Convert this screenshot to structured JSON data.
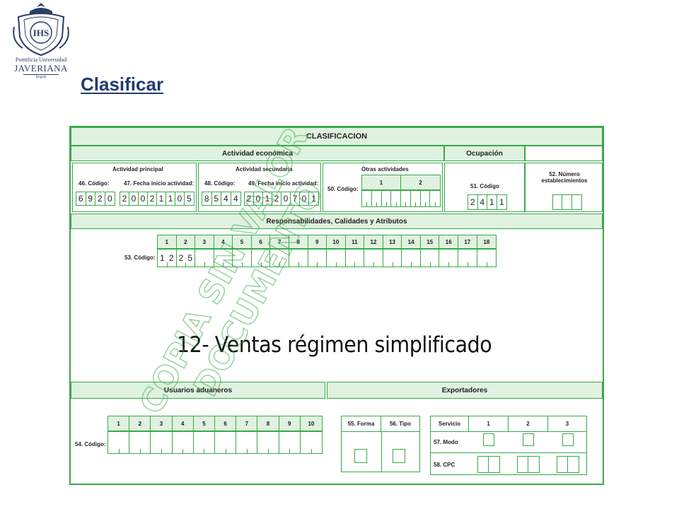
{
  "logo": {
    "line1": "Pontificia Universidad",
    "line2": "JAVERIANA",
    "line3": "Bogotá",
    "monogram": "IHS"
  },
  "slide_title": "Clasificar",
  "form": {
    "title": "CLASIFICACION",
    "actividad": {
      "header": "Actividad económica",
      "principal": {
        "header": "Actividad principal",
        "codigo_label": "46. Código:",
        "fecha_label": "47. Fecha inicio actividad:",
        "codigo": [
          "6",
          "9",
          "2",
          "0"
        ],
        "fecha": [
          "2",
          "0",
          "0",
          "2",
          "1",
          "1",
          "0",
          "5"
        ]
      },
      "secundaria": {
        "header": "Actividad secundaria",
        "codigo_label": "48. Código:",
        "fecha_label": "49. Fecha inicio actividad:",
        "codigo": [
          "8",
          "5",
          "4",
          "4"
        ],
        "fecha": [
          "2",
          "0",
          "1",
          "2",
          "0",
          "7",
          "0",
          "1"
        ]
      },
      "otras": {
        "header": "Otras actividades",
        "label": "50. Código:",
        "cols": [
          "1",
          "2"
        ]
      }
    },
    "ocupacion": {
      "header": "Ocupación",
      "label": "51. Código",
      "codigo": [
        "2",
        "4",
        "1",
        "1"
      ]
    },
    "establecimientos": {
      "label": "52. Número establecimientos"
    },
    "responsabilidades": {
      "header": "Responsabilidades, Calidades y Atributos",
      "label": "53. Código:",
      "cols": [
        "1",
        "2",
        "3",
        "4",
        "5",
        "6",
        "7",
        "8",
        "9",
        "10",
        "11",
        "12",
        "13",
        "14",
        "15",
        "16",
        "17",
        "18"
      ],
      "values": [
        "1",
        "2",
        "2",
        "5"
      ]
    },
    "note": "12- Ventas régimen simplificado",
    "usuarios": {
      "header": "Usuarios aduaneros",
      "label": "54. Código:",
      "cols": [
        "1",
        "2",
        "3",
        "4",
        "5",
        "6",
        "7",
        "8",
        "9",
        "10"
      ]
    },
    "exportadores": {
      "header": "Exportadores",
      "forma_label": "55. Forma",
      "tipo_label": "56. Tipo",
      "servicio_label": "Servicio",
      "cols": [
        "1",
        "2",
        "3"
      ],
      "modo_label": "57. Modo",
      "cpc_label": "58. CPC"
    }
  },
  "watermark": {
    "line1": "COPIA SIN VALOR",
    "line2": "DOCUMENTO"
  },
  "colors": {
    "form_green": "#3aa84b",
    "header_fill": "#dff2df",
    "title_blue": "#1f3c6e",
    "logo_blue": "#2a3d6b"
  }
}
